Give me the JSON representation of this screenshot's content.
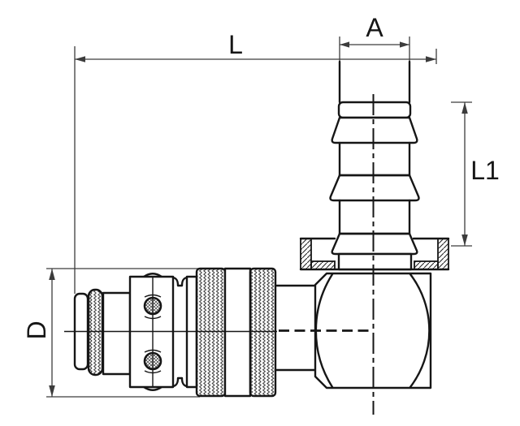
{
  "drawing": {
    "type": "technical-drawing",
    "subject": "90-degree quick-release hose coupling with hose barb",
    "labels": {
      "overall_length": "L",
      "hose_tail_width": "A",
      "hose_tail_length": "L1",
      "coupling_diameter": "D"
    },
    "colors": {
      "background": "#ffffff",
      "outline": "#161616",
      "dimension_lines": "#3c3c3c"
    }
  }
}
